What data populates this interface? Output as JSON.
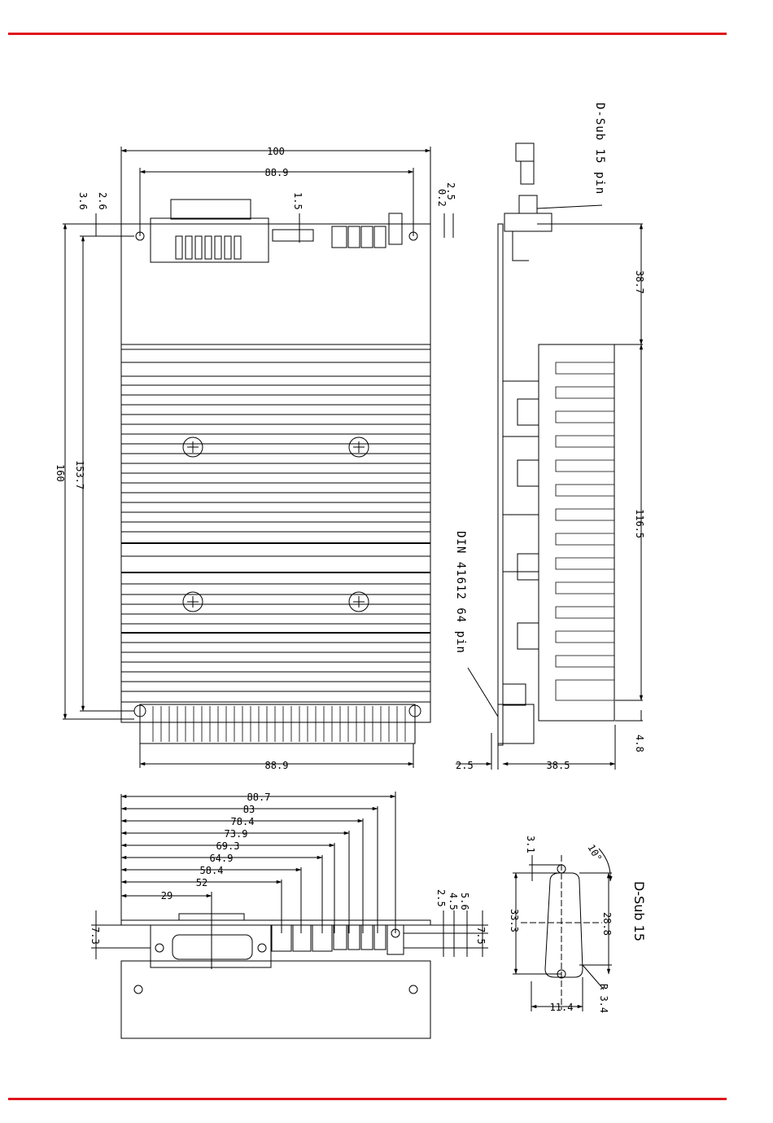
{
  "page": {
    "accent_color": "#e0141c",
    "line_color": "#000000"
  },
  "labels": {
    "dsub_pin": "D-Sub 15 pin",
    "din_pin": "DIN 41612 64 pin",
    "dsub_detail": "D-Sub 15"
  },
  "top_view": {
    "width": "100",
    "hole_pitch": "88.9",
    "off_2_6": "2.6",
    "off_3_6": "3.6",
    "off_1_5": "1.5",
    "off_2_5": "2.5",
    "off_0_2": "0.2",
    "length": "160",
    "hole_length": "153.7",
    "bottom_pitch": "88.9"
  },
  "side_view": {
    "top_height": "38.7",
    "heatsink_length": "116.5",
    "bottom_offset": "4.8",
    "pcb_offset": "2.5",
    "depth": "38.5"
  },
  "front_view": {
    "d887": "88.7",
    "d83": "83",
    "d784": "78.4",
    "d739": "73.9",
    "d693": "69.3",
    "d649": "64.9",
    "d584": "58.4",
    "d52": "52",
    "d29": "29",
    "d25": "2.5",
    "d45": "4.5",
    "d56": "5.6",
    "d75": "7.5",
    "d73": "7.3"
  },
  "dsub_view": {
    "d31": "3.1",
    "angle": "10°",
    "d333": "33.3",
    "d288": "28.8",
    "d114": "11.4",
    "r34": "R 3.4"
  }
}
